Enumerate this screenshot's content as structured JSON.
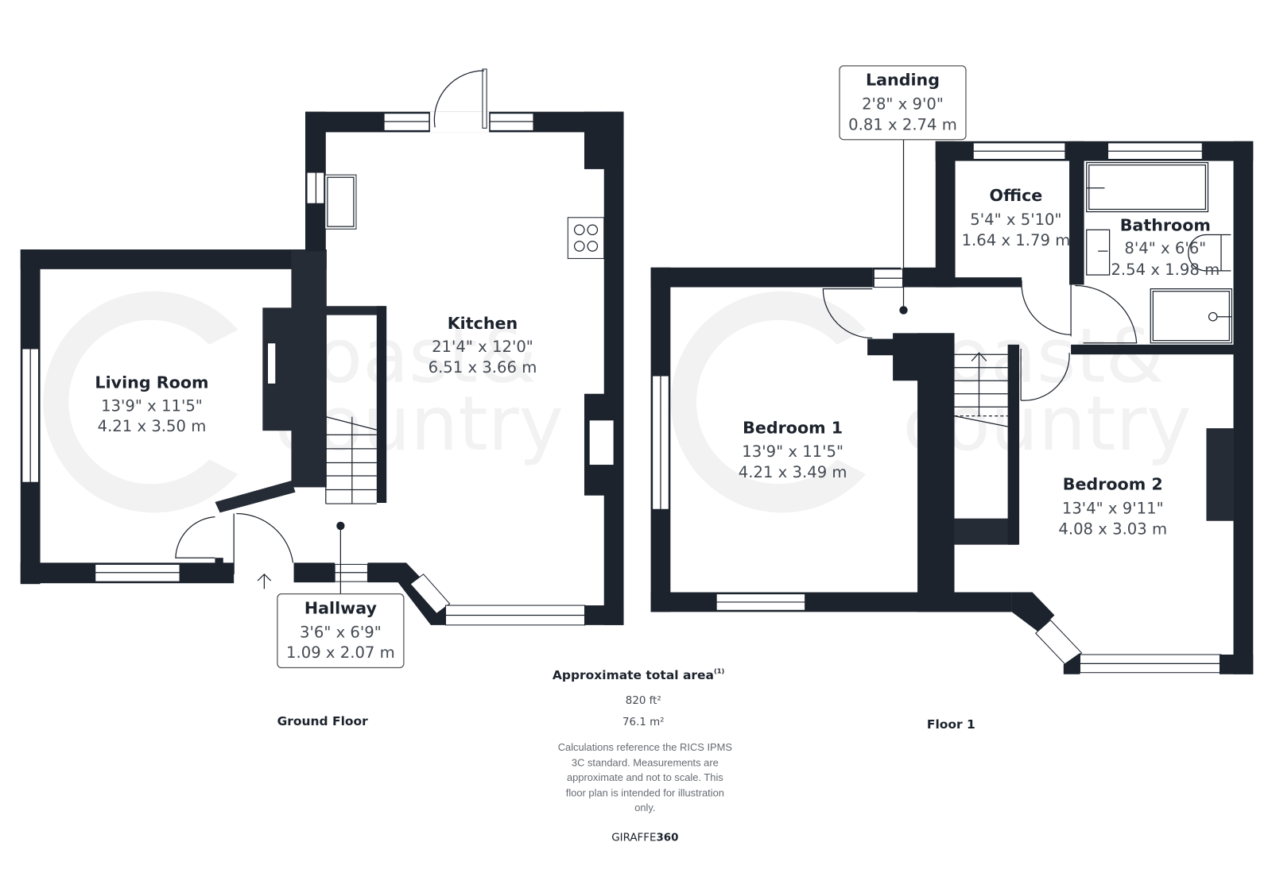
{
  "watermark": {
    "line1": "coast&",
    "line2": "country"
  },
  "floors": {
    "ground": {
      "label": "Ground Floor",
      "rooms": [
        {
          "name": "Living Room",
          "imperial": "13'9\" x 11'5\"",
          "metric": "4.21 x 3.50 m"
        },
        {
          "name": "Kitchen",
          "imperial": "21'4\" x 12'0\"",
          "metric": "6.51 x 3.66 m"
        },
        {
          "name": "Hallway",
          "imperial": "3'6\" x 6'9\"",
          "metric": "1.09 x 2.07 m"
        }
      ]
    },
    "first": {
      "label": "Floor 1",
      "rooms": [
        {
          "name": "Landing",
          "imperial": "2'8\" x 9'0\"",
          "metric": "0.81 x 2.74 m"
        },
        {
          "name": "Office",
          "imperial": "5'4\" x 5'10\"",
          "metric": "1.64 x 1.79 m"
        },
        {
          "name": "Bathroom",
          "imperial": "8'4\" x 6'6\"",
          "metric": "2.54 x 1.98 m"
        },
        {
          "name": "Bedroom 1",
          "imperial": "13'9\" x 11'5\"",
          "metric": "4.21 x 3.49 m"
        },
        {
          "name": "Bedroom 2",
          "imperial": "13'4\" x 9'11\"",
          "metric": "4.08 x 3.03 m"
        }
      ]
    }
  },
  "area": {
    "title": "Approximate total area",
    "footnote_mark": "(1)",
    "sqft": "820 ft²",
    "sqm": "76.1 m²",
    "note_lines": [
      "Calculations reference the RICS IPMS",
      "3C standard. Measurements are",
      "approximate and not to scale. This",
      "floor plan is intended for illustration",
      "only."
    ]
  },
  "brand": {
    "light": "GIRAFFE",
    "bold": "360"
  },
  "colors": {
    "wall": "#1c232d",
    "text": "#1c232d",
    "dim_text": "#444a52",
    "watermark": "#f2f2f3"
  }
}
